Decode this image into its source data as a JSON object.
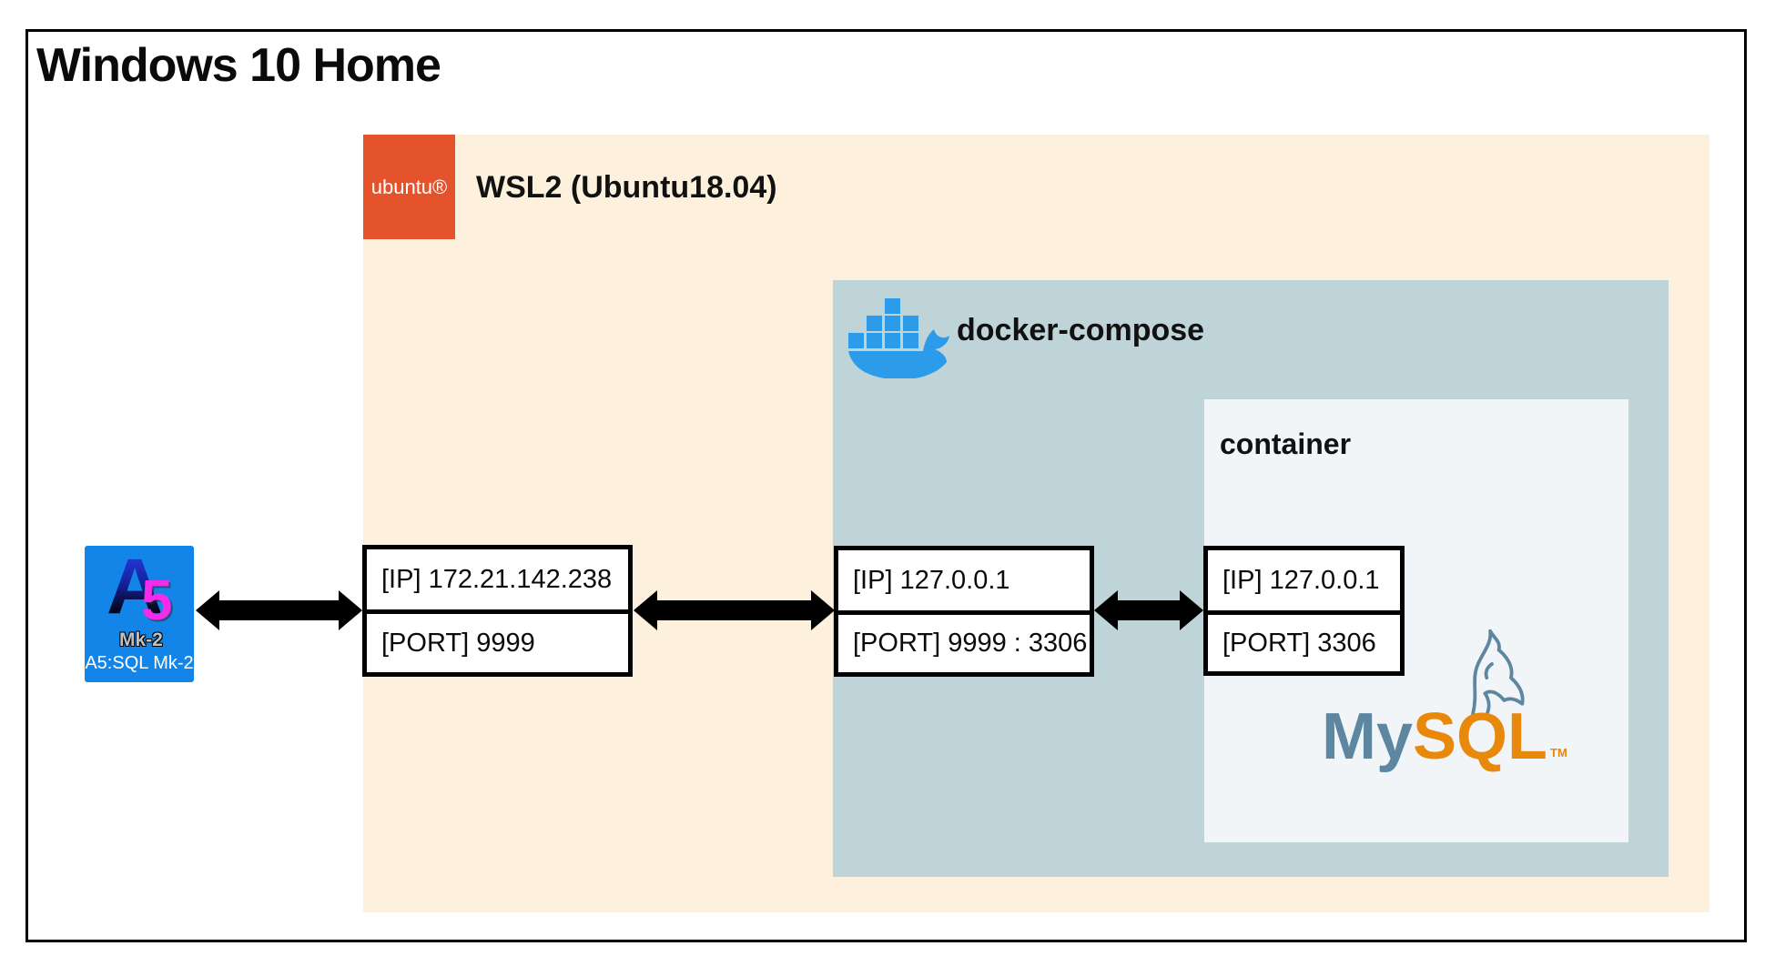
{
  "host": {
    "title": "Windows 10 Home"
  },
  "wsl": {
    "badge_label": "ubuntu®",
    "title": "WSL2 (Ubuntu18.04)"
  },
  "docker": {
    "title": "docker-compose"
  },
  "container": {
    "title": "container"
  },
  "client": {
    "glyph_a": "A",
    "glyph_5": "5",
    "glyph_mk2": "Mk-2",
    "caption": "A5:SQL Mk-2"
  },
  "mysql": {
    "word_my": "My",
    "word_sql": "SQL",
    "tm": "TM"
  },
  "endpoints": [
    {
      "ip": "[IP] 172.21.142.238",
      "port": "[PORT] 9999"
    },
    {
      "ip": "[IP] 127.0.0.1",
      "port": "[PORT] 9999 : 3306"
    },
    {
      "ip": "[IP] 127.0.0.1",
      "port": "[PORT] 3306"
    }
  ],
  "colors": {
    "wsl_bg": "#FDF0DC",
    "docker_bg": "#BFD4D9",
    "container_bg": "#F1F5F7",
    "ubuntu_orange": "#E4532C",
    "docker_blue": "#2B9BEA",
    "a5_blue": "#1485E8",
    "a5_letter_top": "#2C3EF0",
    "a5_digit": "#F42BEB",
    "a5_mk2": "#C0C0C0",
    "mysql_blue": "#5D87A1",
    "mysql_orange": "#E8890C",
    "arrow_ink": "#000000"
  }
}
